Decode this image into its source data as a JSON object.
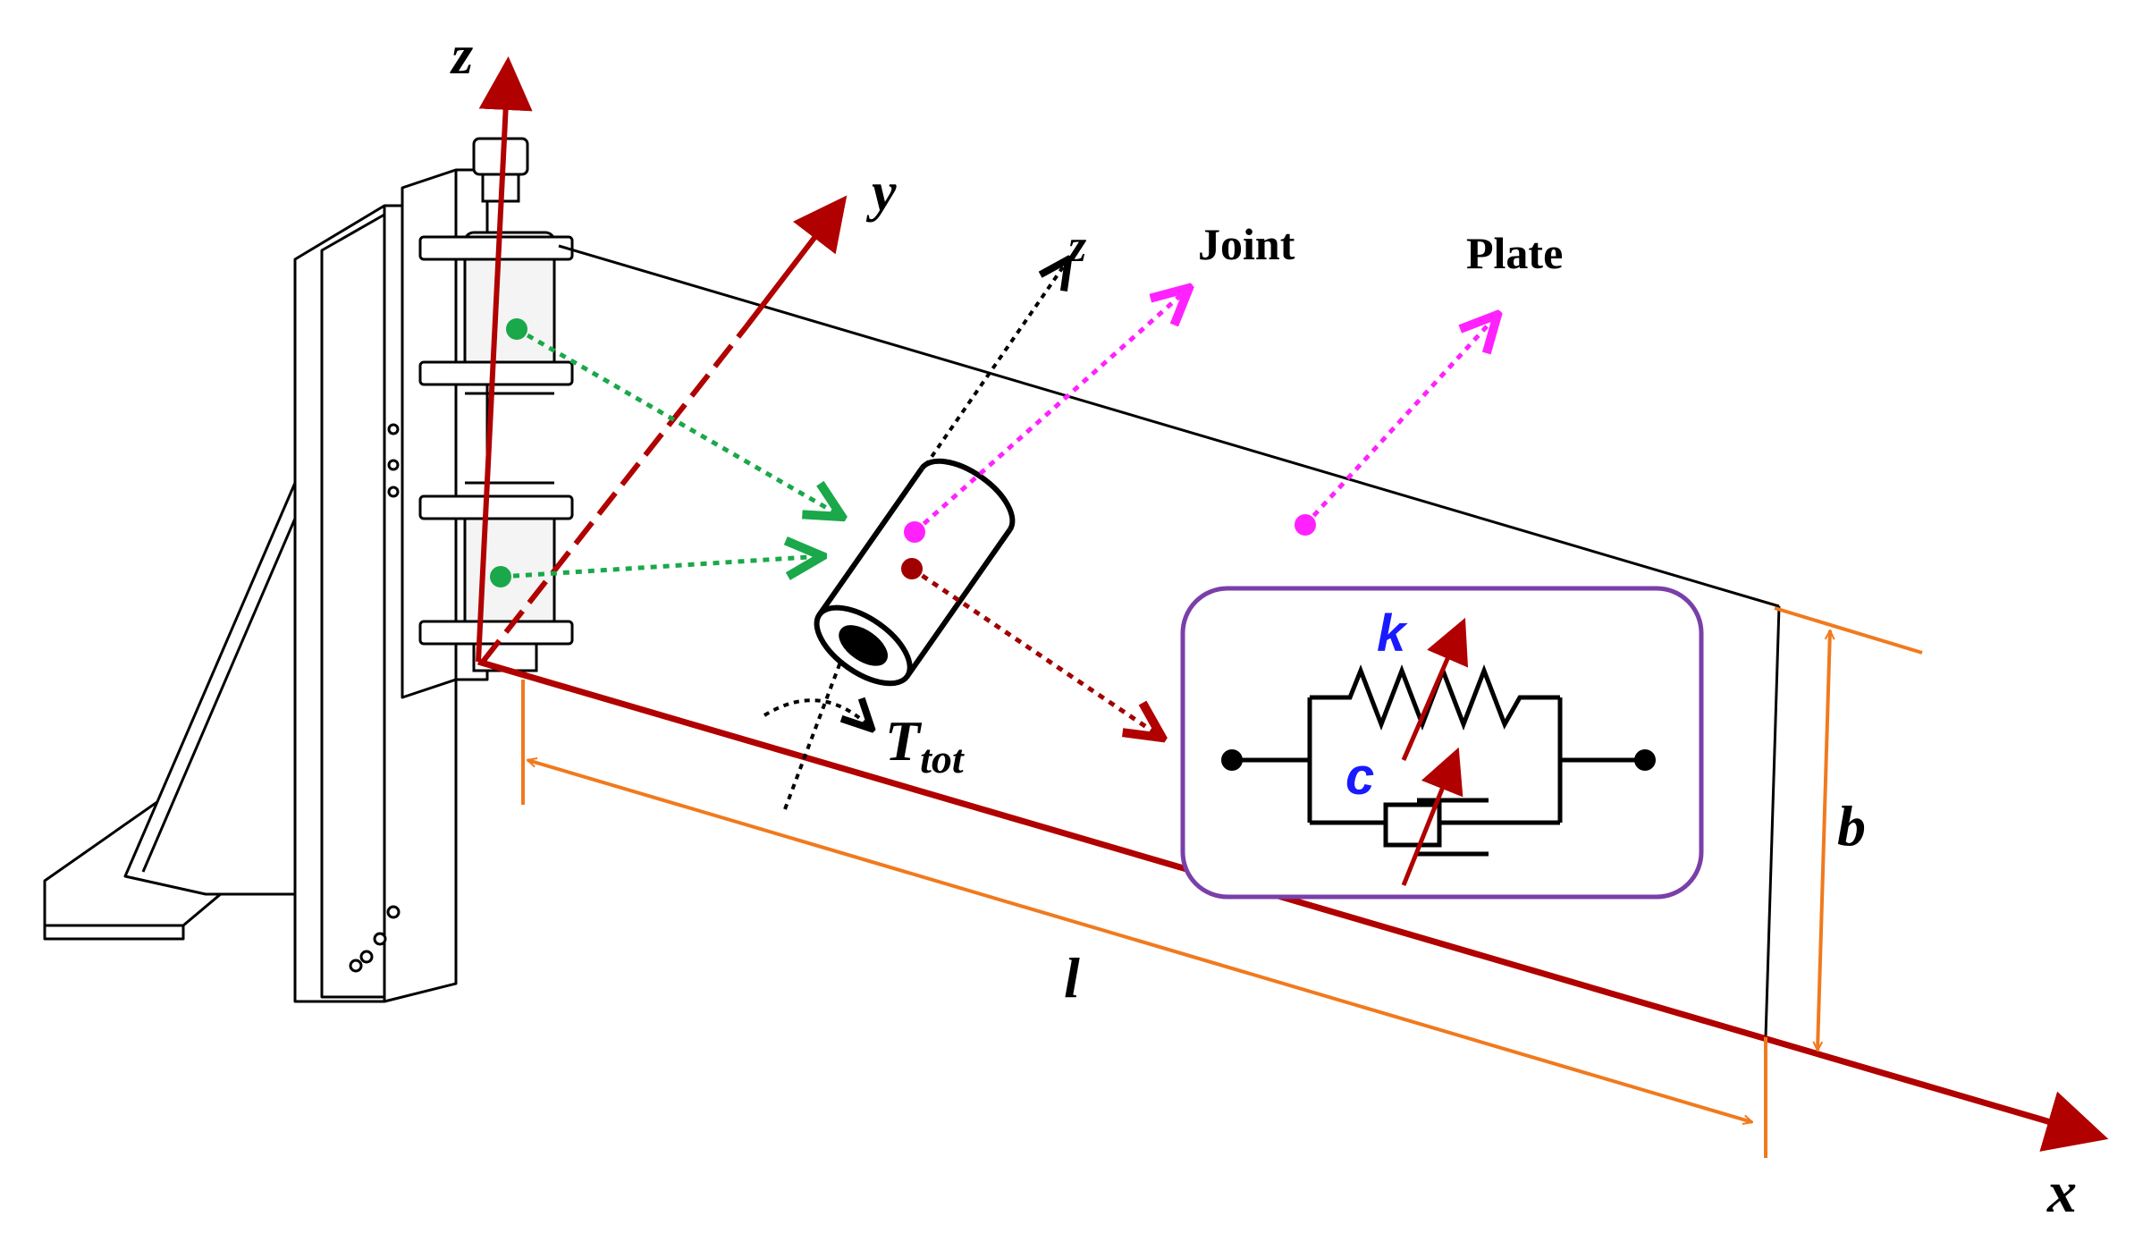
{
  "axes": {
    "global_z": "z",
    "global_y": "y",
    "global_x": "x",
    "local_z": "z"
  },
  "labels": {
    "joint": "Joint",
    "plate": "Plate",
    "torque_main": "T",
    "torque_sub": "tot",
    "length": "l",
    "width": "b",
    "stiffness": "k",
    "damping": "c"
  },
  "colors": {
    "axis_red": "#b00000",
    "dimension_orange": "#f07a1e",
    "joint_magenta": "#ff22ff",
    "hinge_green": "#1aa84a",
    "dark_red_dot": "#a00000",
    "box_purple": "#7a3fa8",
    "kc_blue": "#1a1aff"
  }
}
